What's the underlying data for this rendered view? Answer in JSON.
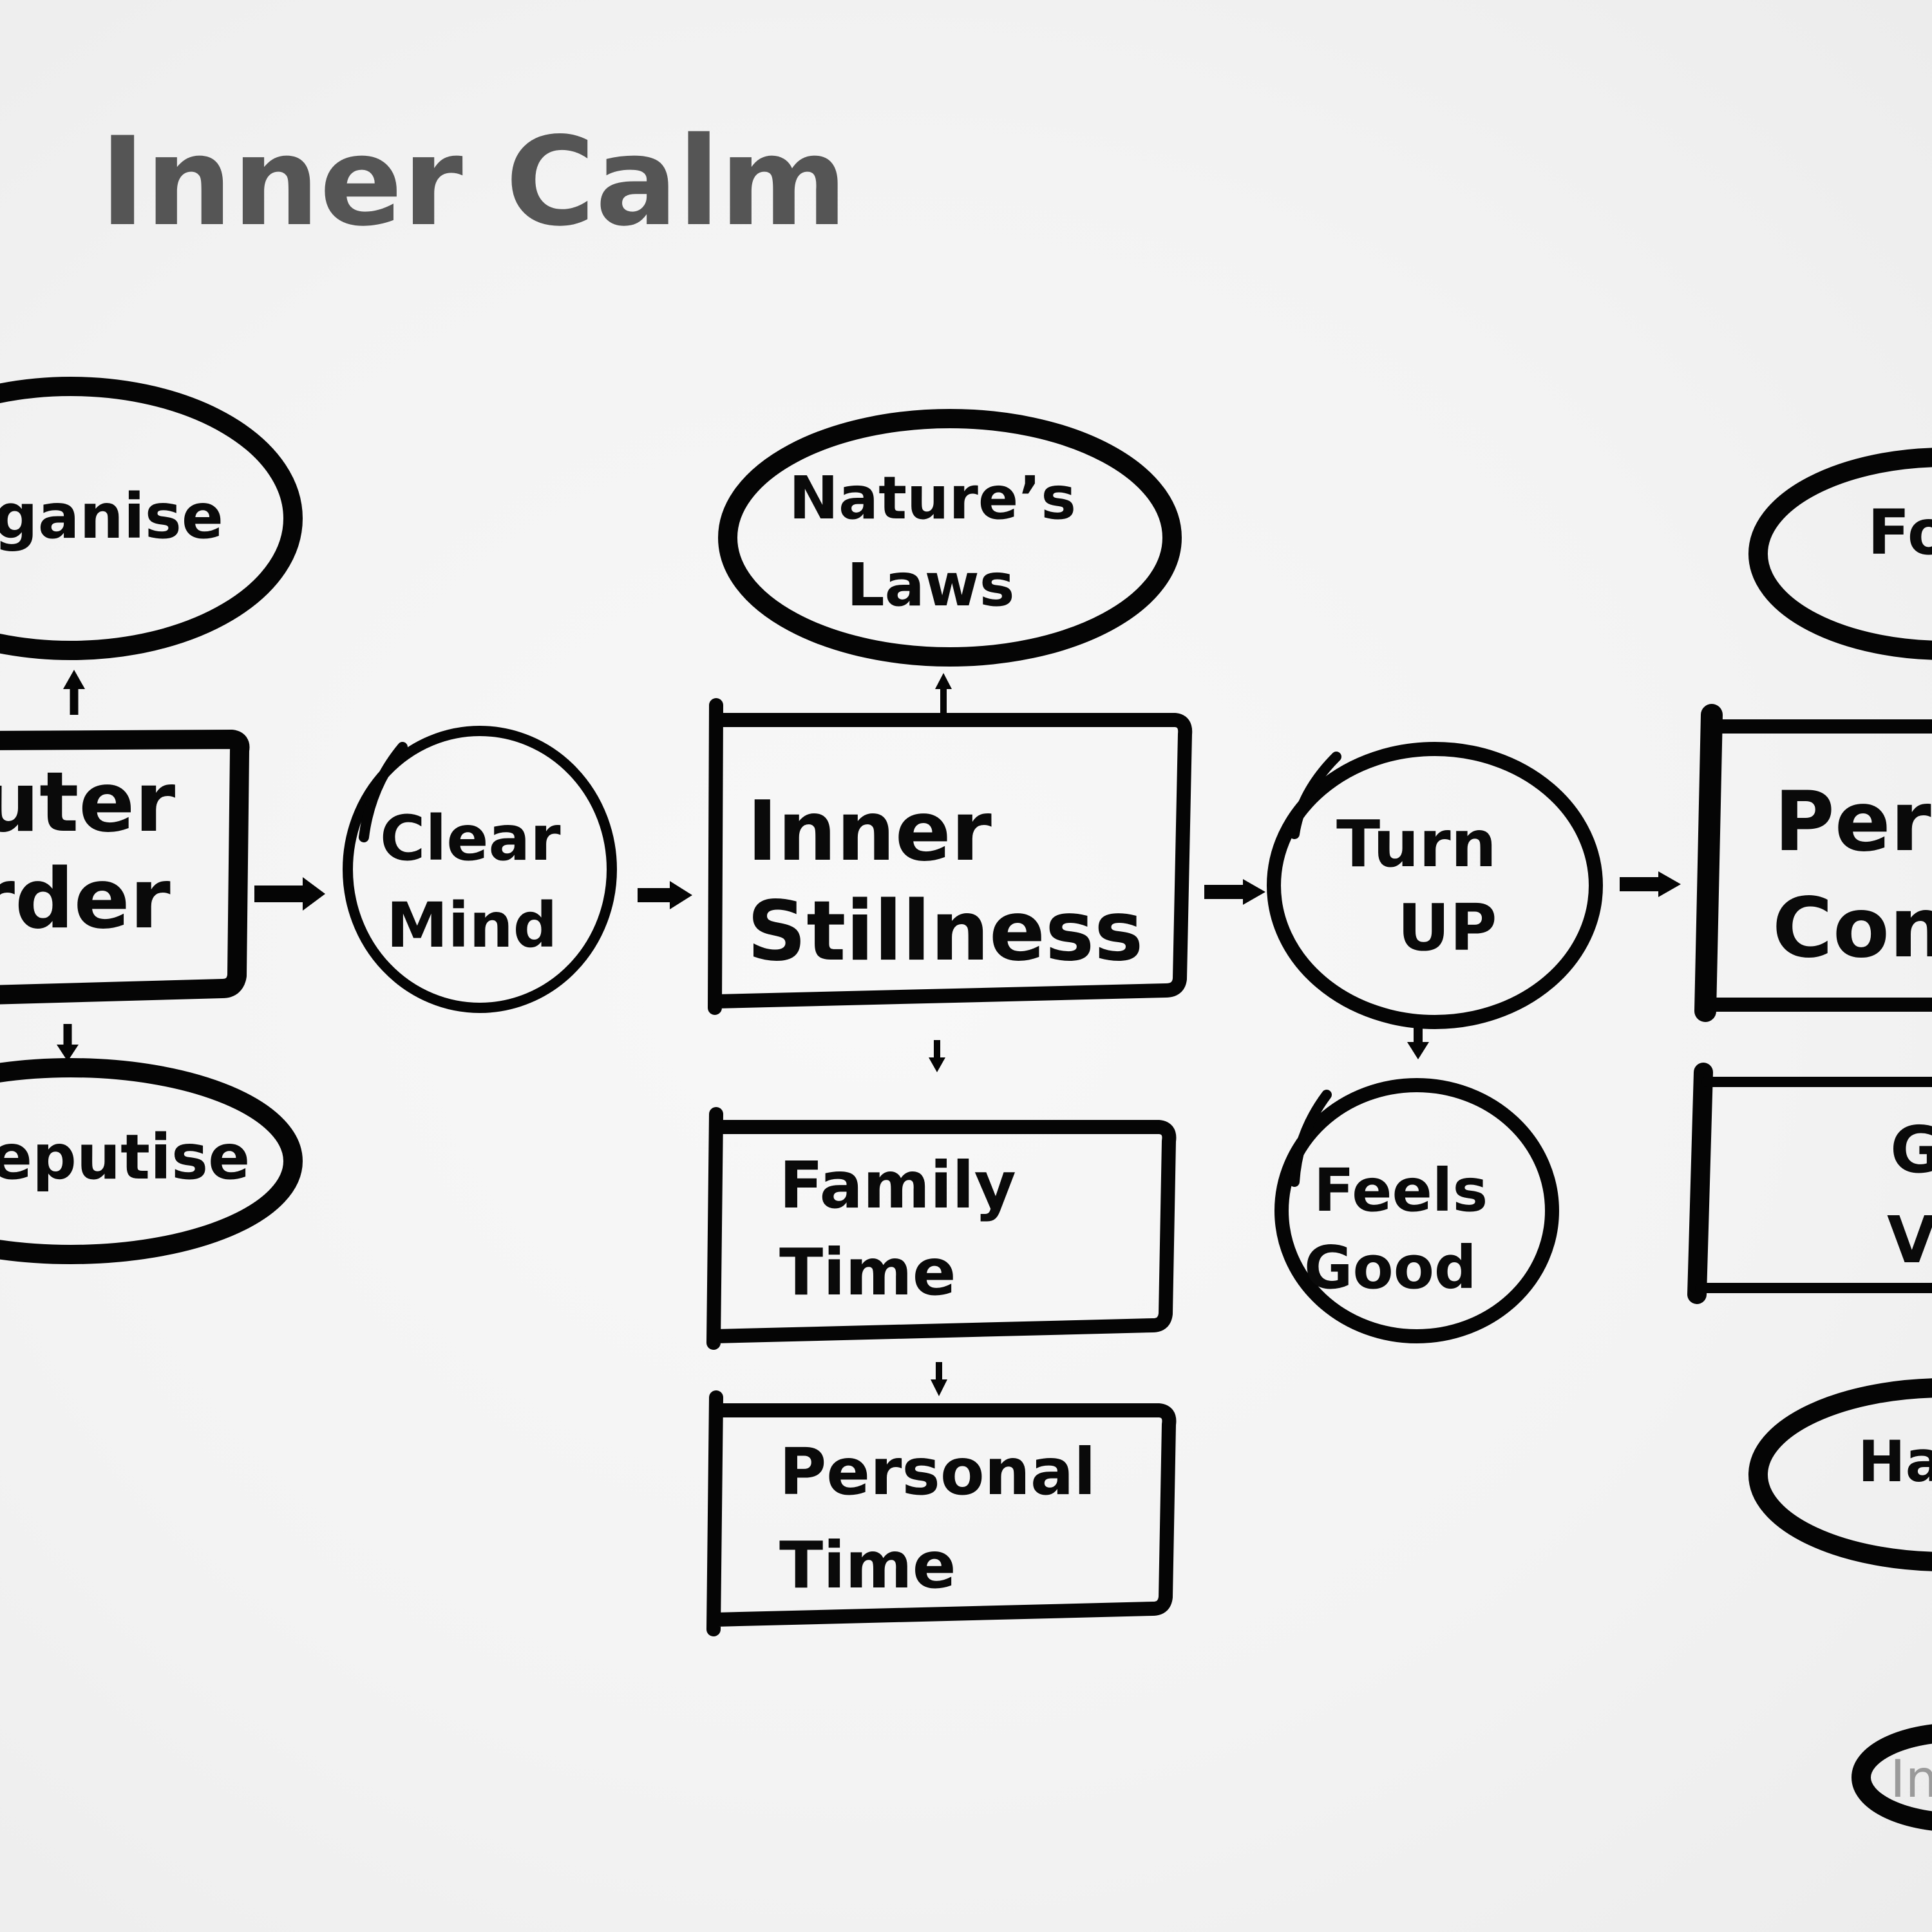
{
  "title": "Inner Calm",
  "colors": {
    "background": "#f4f4f4",
    "title": "#555555",
    "ink": "#050505"
  },
  "nodes": {
    "organise": {
      "shape": "ellipse",
      "lines": [
        "Organise"
      ],
      "visible_text": "ganise"
    },
    "outer_order": {
      "shape": "box",
      "lines": [
        "Outer",
        "Order"
      ],
      "visible_lines": [
        "uter",
        "rder"
      ]
    },
    "deputise": {
      "shape": "ellipse",
      "lines": [
        "Deputise"
      ],
      "visible_text": "eputise"
    },
    "clear_mind": {
      "shape": "circle",
      "lines": [
        "Clear",
        "Mind"
      ]
    },
    "natures_laws": {
      "shape": "ellipse",
      "lines": [
        "Nature’s",
        "Laws"
      ]
    },
    "inner_stillness": {
      "shape": "box",
      "lines": [
        "Inner",
        "Stillness"
      ]
    },
    "family_time": {
      "shape": "box",
      "lines": [
        "Family",
        "Time"
      ]
    },
    "personal_time": {
      "shape": "box",
      "lines": [
        "Personal",
        "Time"
      ]
    },
    "turn_up": {
      "shape": "circle",
      "lines": [
        "Turn",
        "UP"
      ]
    },
    "feels_good": {
      "shape": "circle",
      "lines": [
        "Feels",
        "Good"
      ]
    },
    "right_top_ellipse": {
      "shape": "ellipse",
      "visible_text": "Fo"
    },
    "right_main_box": {
      "shape": "box",
      "visible_lines": [
        "Per",
        "Con"
      ]
    },
    "right_second_box": {
      "shape": "box",
      "visible_lines": [
        "G",
        "V"
      ]
    },
    "right_lower_ellipse": {
      "shape": "ellipse",
      "visible_text": "Ha"
    },
    "right_bottom_ellipse": {
      "shape": "ellipse",
      "visible_text": "In"
    }
  },
  "edges": [
    {
      "from": "outer_order",
      "to": "organise",
      "direction": "up"
    },
    {
      "from": "outer_order",
      "to": "deputise",
      "direction": "down"
    },
    {
      "from": "outer_order",
      "to": "clear_mind",
      "direction": "right"
    },
    {
      "from": "clear_mind",
      "to": "inner_stillness",
      "direction": "right"
    },
    {
      "from": "inner_stillness",
      "to": "natures_laws",
      "direction": "up"
    },
    {
      "from": "inner_stillness",
      "to": "family_time",
      "direction": "down"
    },
    {
      "from": "family_time",
      "to": "personal_time",
      "direction": "down"
    },
    {
      "from": "inner_stillness",
      "to": "turn_up",
      "direction": "right"
    },
    {
      "from": "turn_up",
      "to": "feels_good",
      "direction": "down"
    },
    {
      "from": "turn_up",
      "to": "right_main_box",
      "direction": "right"
    }
  ]
}
